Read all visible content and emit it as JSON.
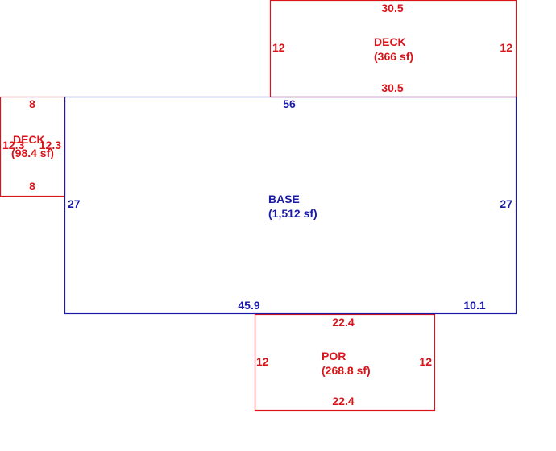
{
  "colors": {
    "deck_and_porch": "#d9141a",
    "base": "#1a1aa6",
    "background": "#ffffff"
  },
  "areas": {
    "deck_top": {
      "name": "DECK",
      "area": "(366 sf)",
      "dim_top": "30.5",
      "dim_bottom": "30.5",
      "dim_left": "12",
      "dim_right": "12"
    },
    "deck_left": {
      "name": "DECK",
      "area": "(98.4 sf)",
      "dim_top": "8",
      "dim_bottom": "8",
      "dim_left": "12.3",
      "dim_right": "12.3"
    },
    "base": {
      "name": "BASE",
      "area": "(1,512 sf)",
      "dim_top": "56",
      "dim_left": "27",
      "dim_right": "27",
      "dim_bottom_left": "45.9",
      "dim_bottom_right": "10.1"
    },
    "porch": {
      "name": "POR",
      "area": "(268.8 sf)",
      "dim_top": "22.4",
      "dim_bottom": "22.4",
      "dim_left": "12",
      "dim_right": "12"
    }
  }
}
